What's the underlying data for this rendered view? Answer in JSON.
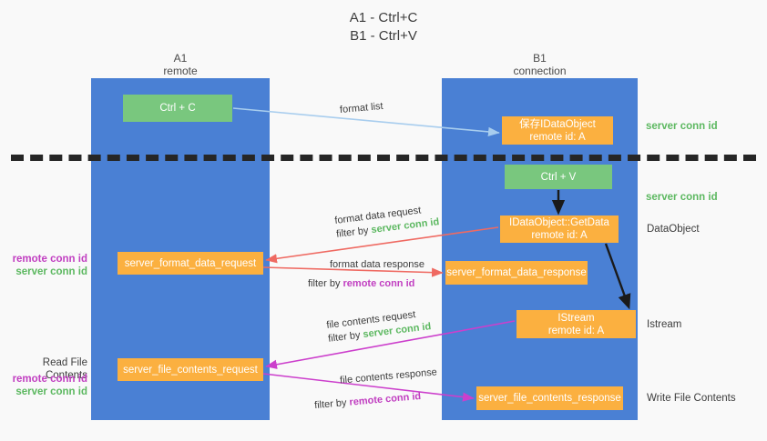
{
  "title": {
    "line1": "A1 - Ctrl+C",
    "line2": "B1 - Ctrl+V"
  },
  "lanes": [
    {
      "name": "A1",
      "sub": "remote"
    },
    {
      "name": "B1",
      "sub": "connection"
    }
  ],
  "boxes": {
    "ctrl_c": {
      "label": "Ctrl + C",
      "color": "#79c77e"
    },
    "save_idataobject": {
      "line1": "保存IDataObject",
      "line2": "remote id: A",
      "color": "#fbb040"
    },
    "ctrl_v": {
      "label": "Ctrl + V",
      "color": "#79c77e"
    },
    "getdata": {
      "line1": "IDataObject::GetData",
      "line2": "remote id: A",
      "color": "#fbb040"
    },
    "server_format_data_response": {
      "label": "server_format_data_response",
      "color": "#fbb040"
    },
    "server_format_data_request": {
      "label": "server_format_data_request",
      "color": "#fbb040"
    },
    "istream": {
      "line1": "IStream",
      "line2": "remote id: A",
      "color": "#fbb040"
    },
    "server_file_contents_request": {
      "label": "server_file_contents_request",
      "color": "#fbb040"
    },
    "server_file_contents_response": {
      "label": "server_file_contents_response",
      "color": "#fbb040"
    }
  },
  "edge_labels": {
    "format_list": "format list",
    "format_data_request": "format data request",
    "format_data_request_filter_prefix": "filter by ",
    "format_data_request_filter_value": "server conn id",
    "format_data_response": "format data response",
    "format_data_response_filter_prefix": "filter by ",
    "format_data_response_filter_value": "remote conn id",
    "file_contents_request": "file contents request",
    "file_contents_request_filter_prefix": "filter by ",
    "file_contents_request_filter_value": "server conn id",
    "file_contents_response": "file contents response",
    "file_contents_response_filter_prefix": "filter by ",
    "file_contents_response_filter_value": "remote conn id"
  },
  "right_annotations": {
    "server_conn_id_top": "server conn id",
    "server_conn_id_mid": "server conn id",
    "dataobject": "DataObject",
    "istream": "Istream",
    "write_file_contents": "Write File Contents"
  },
  "left_annotations": {
    "remote_conn_id_1": "remote conn id",
    "server_conn_id_1": "server conn id",
    "read_file_contents": "Read File Contents",
    "remote_conn_id_2": "remote conn id",
    "server_conn_id_2": "server conn id"
  },
  "colors": {
    "lane_blue": "#4a80d4",
    "box_green": "#79c77e",
    "box_orange": "#fbb040",
    "background": "#f9f9f9",
    "conn_green": "#5cb860",
    "conn_purple": "#c13fc1",
    "arrow_lightblue": "#a8cdee",
    "arrow_red": "#ef6a62",
    "arrow_magenta": "#cc3fcc",
    "arrow_black": "#1a1a1a",
    "dash_line": "#262626"
  }
}
